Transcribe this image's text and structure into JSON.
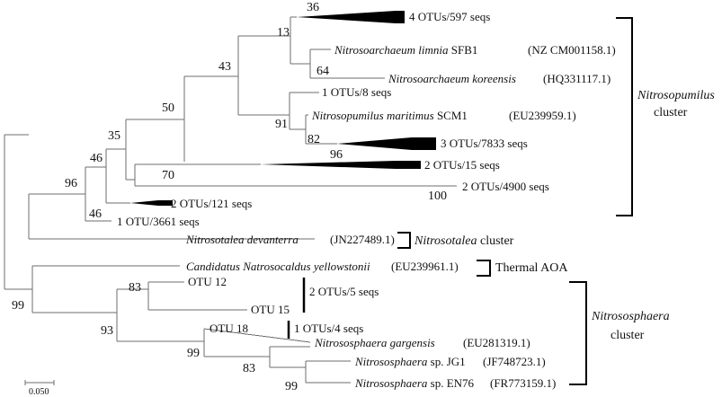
{
  "leaves": {
    "otu4": "4 OTUs/597 seqs",
    "limnia_italic": "Nitrosoarchaeum limnia",
    "limnia_rest": " SFB1",
    "limnia_acc": "(NZ CM001158.1)",
    "koreensis_italic": "Nitrosoarchaeum koreensis",
    "koreensis_acc": "(HQ331117.1)",
    "otu1_8": "1 OTUs/8 seqs",
    "maritimus_italic": "Nitrosopumilus maritimus",
    "maritimus_rest": " SCM1",
    "maritimus_acc": "(EU239959.1)",
    "otu3": "3 OTUs/7833 seqs",
    "otu2_15": "2 OTUs/15 seqs",
    "otu2_4900": "2 OTUs/4900 seqs",
    "otu2_121": "2 OTUs/121 seqs",
    "otu1_3661": "1 OTU/3661 seqs",
    "devanterra_italic": "Nitrosotalea devanterra",
    "devanterra_acc": "(JN227489.1)",
    "candidatus_italic": "Candidatus Natrosocaldus yellowstonii",
    "candidatus_acc": "(EU239961.1)",
    "otu12": "OTU 12",
    "otu15": "OTU 15",
    "otu18": "OTU 18",
    "gargensis_italic": "Nitrososphaera gargensis",
    "gargensis_acc": "(EU281319.1)",
    "jg1_italic": "Nitrososphaera",
    "jg1_rest": " sp. JG1",
    "jg1_acc": "(JF748723.1)",
    "en76_italic": "Nitrososphaera",
    "en76_rest": " sp. EN76",
    "en76_acc": "(FR773159.1)"
  },
  "bootstrap": {
    "b36": "36",
    "b13": "13",
    "b43": "43",
    "b64": "64",
    "b50": "50",
    "b91": "91",
    "b82": "82",
    "b96a": "96",
    "b35": "35",
    "b46a": "46",
    "b70": "70",
    "b100": "100",
    "b96b": "96",
    "b46b": "46",
    "b99a": "99",
    "b83a": "83",
    "b93": "93",
    "b99b": "99",
    "b83b": "83",
    "b99c": "99"
  },
  "groups": {
    "nitrosopumilus_italic": "Nitrosopumilus",
    "nitrosopumilus_rest": "cluster",
    "nitrosotalea_italic": "Nitrosotalea",
    "nitrosotalea_rest": " cluster",
    "thermal": "Thermal AOA",
    "nitrososphaera_italic": "Nitrososphaera",
    "nitrososphaera_rest": "cluster",
    "otu2_5": "2 OTUs/5 seqs",
    "otu1_4": "1 OTUs/4 seqs"
  },
  "scale": {
    "label": "0.050"
  }
}
